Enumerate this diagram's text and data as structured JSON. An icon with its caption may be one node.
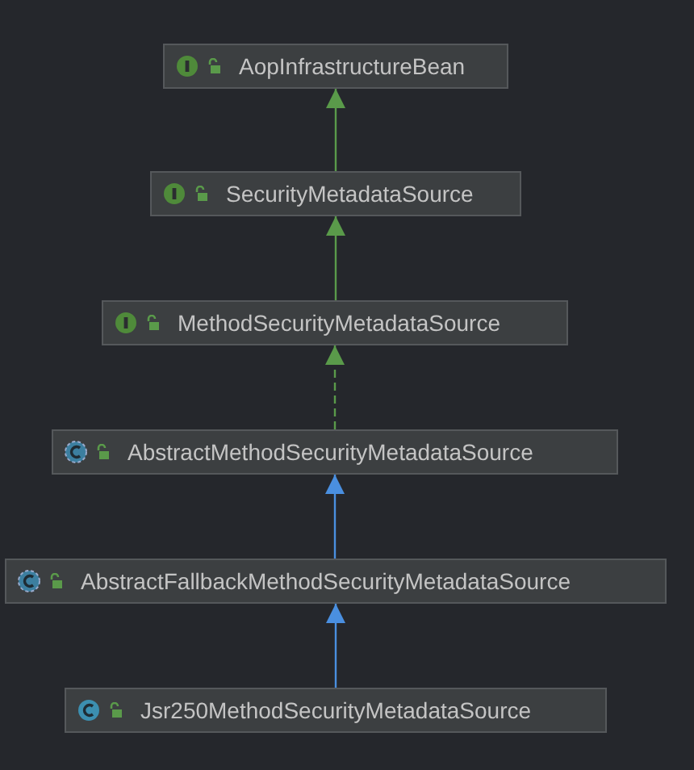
{
  "diagram": {
    "nodes": [
      {
        "text": [
          "AopInfrastructureBean"
        ]
      },
      {
        "text": [
          "SecurityMetadataSource"
        ]
      },
      {
        "text": [
          "MethodSecurityMetadataSource"
        ]
      },
      {
        "text": [
          "AbstractMethodSecurityMetadataSource"
        ]
      },
      {
        "text": [
          "AbstractFallbackMethodSecurityMetadataSource"
        ]
      },
      {
        "text": [
          "Jsr250MethodSecurityMetadataSource"
        ]
      }
    ],
    "edges": [
      {
        "from": 1,
        "to": 0,
        "arrow": "to"
      },
      {
        "from": 2,
        "to": 1,
        "arrow": "to"
      },
      {
        "from": 3,
        "to": 2,
        "arrow": "to",
        "style": "dashed"
      },
      {
        "from": 4,
        "to": 3,
        "arrow": "to",
        "color": "#4a8fe0"
      },
      {
        "from": 5,
        "to": 4,
        "arrow": "to",
        "color": "#4a8fe0"
      }
    ]
  }
}
